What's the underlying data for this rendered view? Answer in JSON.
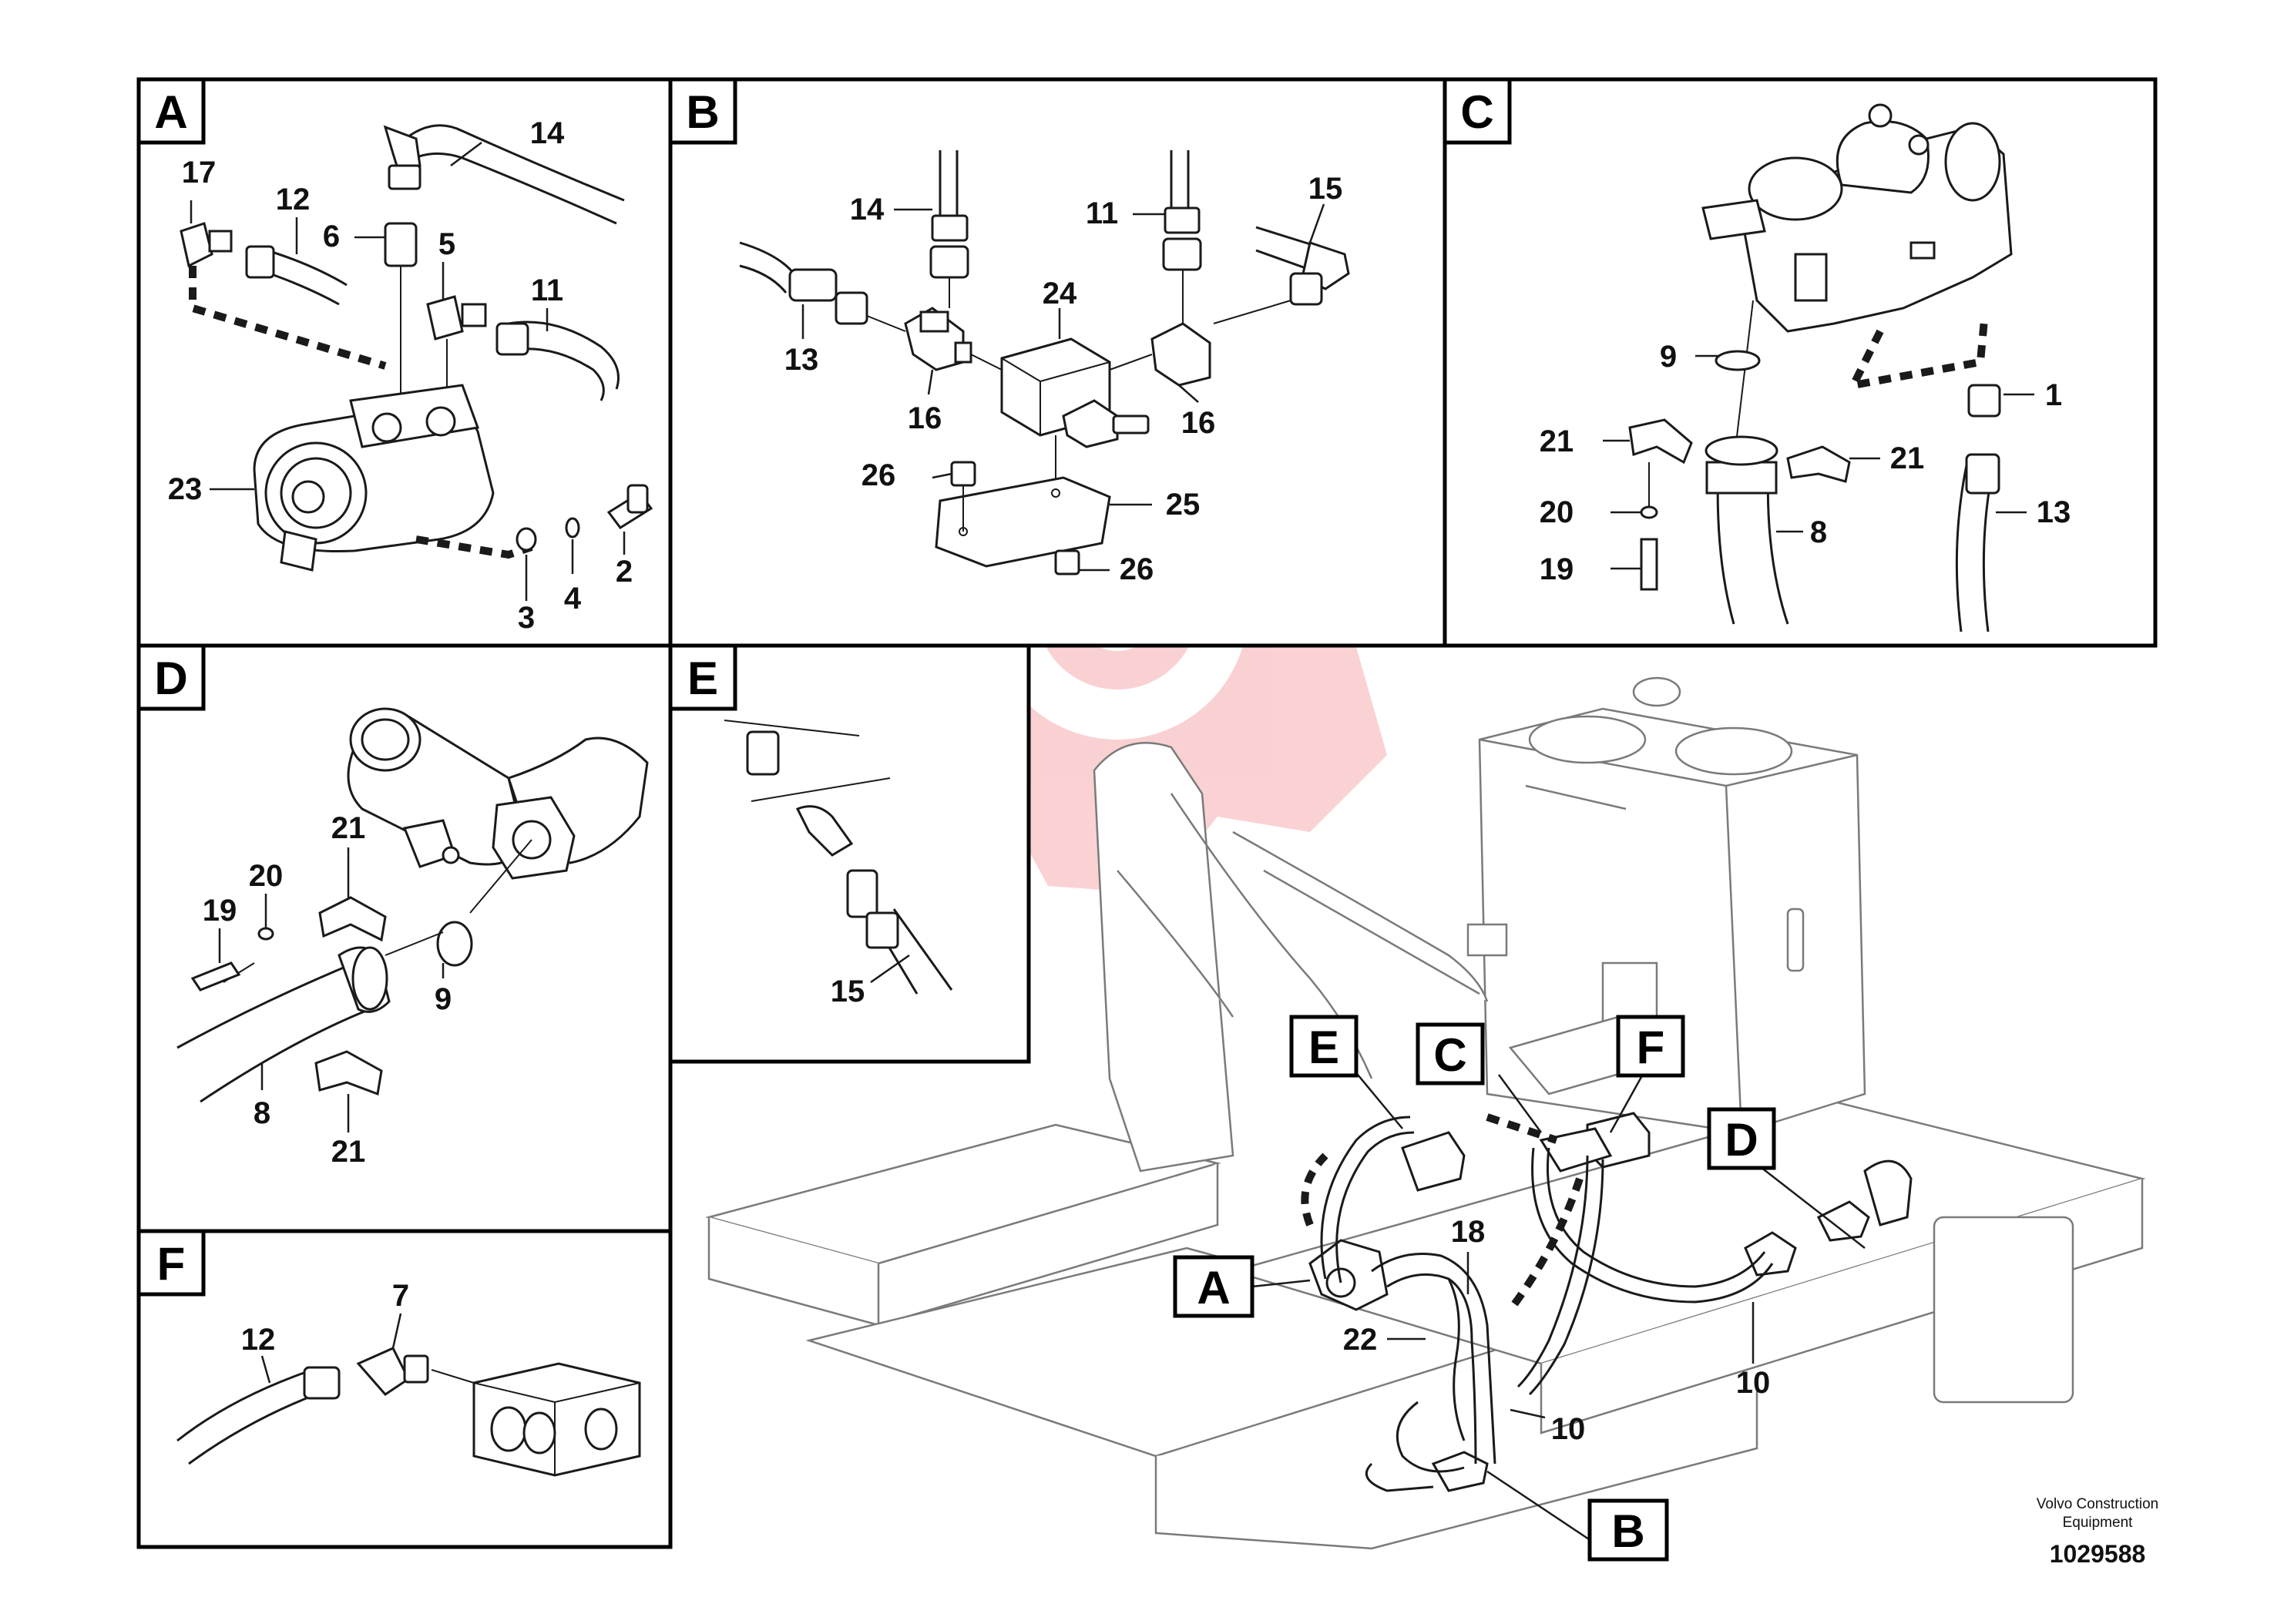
{
  "panels": {
    "A": {
      "letter": "A",
      "callouts": [
        "17",
        "12",
        "14",
        "6",
        "5",
        "11",
        "23",
        "3",
        "4",
        "2"
      ]
    },
    "B": {
      "letter": "B",
      "callouts": [
        "14",
        "11",
        "15",
        "24",
        "13",
        "16",
        "16",
        "26",
        "25",
        "26"
      ]
    },
    "C": {
      "letter": "C",
      "callouts": [
        "9",
        "1",
        "21",
        "21",
        "20",
        "8",
        "13",
        "19"
      ]
    },
    "D": {
      "letter": "D",
      "callouts": [
        "21",
        "20",
        "19",
        "9",
        "8",
        "21"
      ]
    },
    "E": {
      "letter": "E",
      "callouts": [
        "15"
      ]
    },
    "F": {
      "letter": "F",
      "callouts": [
        "7",
        "12"
      ]
    }
  },
  "overview": {
    "labels": [
      "E",
      "C",
      "F",
      "D",
      "A",
      "B"
    ],
    "callouts": [
      "18",
      "22",
      "10",
      "10"
    ]
  },
  "footer": {
    "brand_line1": "Volvo Construction",
    "brand_line2": "Equipment",
    "drawing_id": "1029588"
  },
  "colors": {
    "watermark": "#e8333a",
    "ink": "#1a1a1a",
    "frame": "#000000"
  }
}
